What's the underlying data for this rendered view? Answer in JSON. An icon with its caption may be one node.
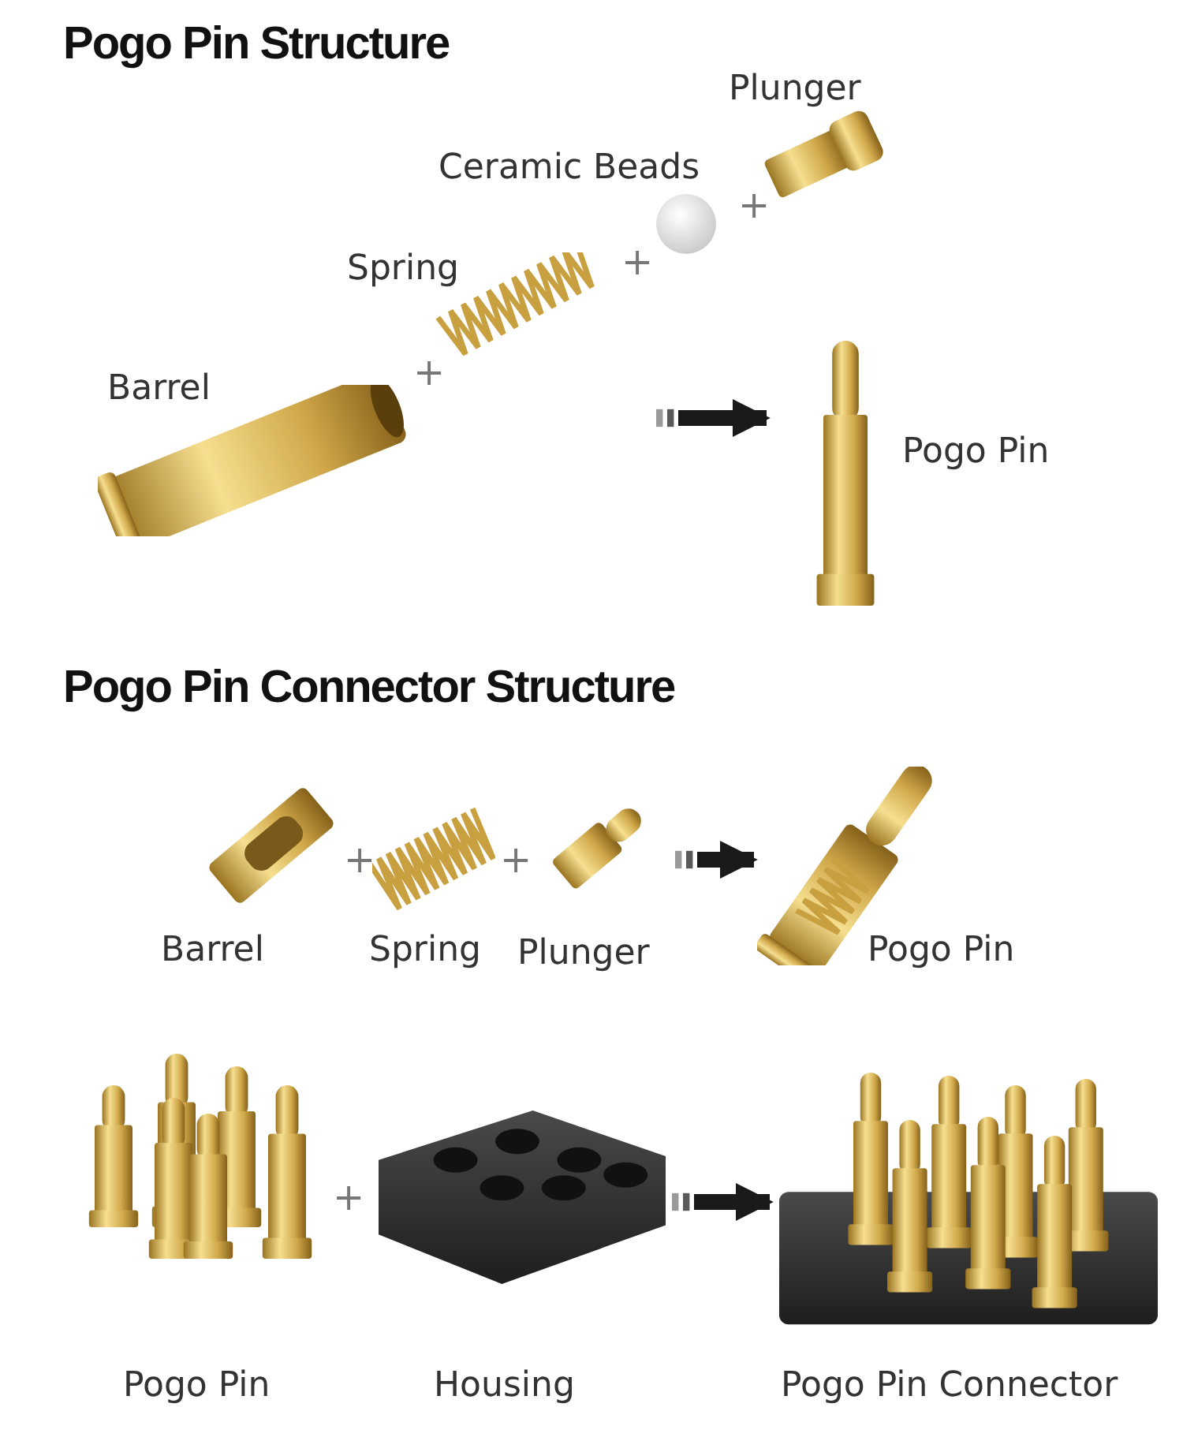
{
  "diagram": {
    "title": "Pogo Pin Structure",
    "nodes": [
      {
        "text": [
          "Plunger"
        ]
      },
      {
        "text": [
          "Ceramic Beads"
        ]
      },
      {
        "text": [
          "Spring"
        ]
      },
      {
        "text": [
          "Barrel"
        ]
      },
      {
        "text": [
          "Pogo Pin"
        ]
      },
      {
        "text": [
          "Barrel"
        ]
      },
      {
        "text": [
          "Spring"
        ]
      },
      {
        "text": [
          "Plunger"
        ]
      },
      {
        "text": [
          "Pogo Pin"
        ]
      },
      {
        "text": [
          "Pogo Pin"
        ]
      },
      {
        "text": [
          "Housing"
        ]
      },
      {
        "text": [
          "Pogo Pin Connector"
        ]
      }
    ],
    "edges": [
      {
        "from": null,
        "to": 4,
        "arrow": "to"
      },
      {
        "from": 7,
        "to": 8,
        "arrow": "to"
      },
      {
        "from": 10,
        "to": 11,
        "arrow": "to"
      }
    ],
    "labels": [
      "+",
      "+",
      "+",
      "Pogo Pin Connector Structure",
      "+",
      "+",
      "+"
    ]
  }
}
